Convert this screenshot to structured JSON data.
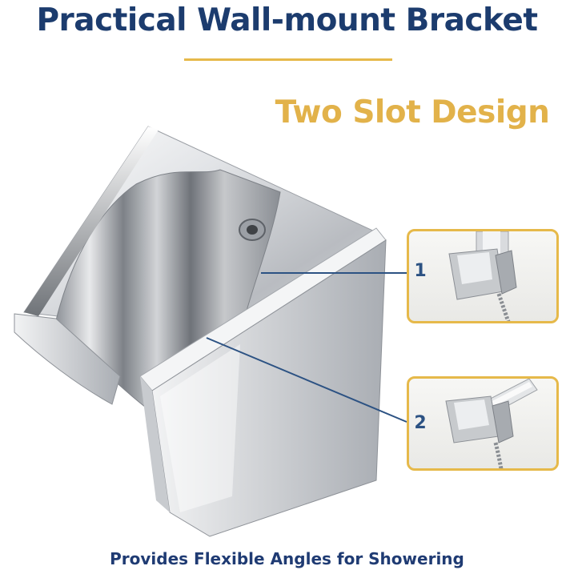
{
  "header": {
    "title": "Practical Wall-mount Bracket",
    "subtitle": "Two Slot Design"
  },
  "callouts": [
    {
      "label": "1"
    },
    {
      "label": "2"
    }
  ],
  "footer": {
    "tagline": "Provides Flexible Angles for Showering"
  },
  "colors": {
    "title": "#1c3c6e",
    "accent": "#e6b94a",
    "subtitle": "#e2b24a",
    "callout_line": "#2c5283",
    "footer": "#1f3b73"
  },
  "icons": {
    "product": "chrome-wall-bracket-image",
    "inset_1": "bracket-slot-1-photo",
    "inset_2": "bracket-slot-2-photo"
  }
}
